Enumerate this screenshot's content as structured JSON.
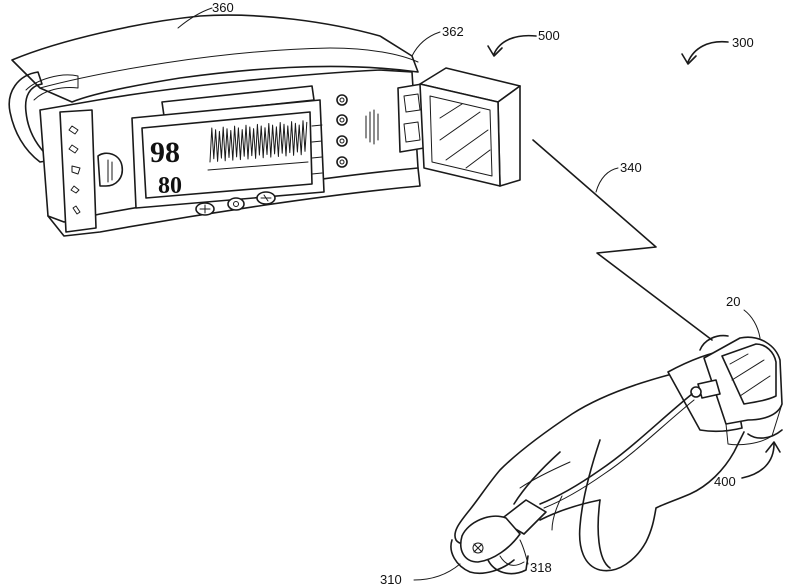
{
  "labels": {
    "ref_360": "360",
    "ref_362": "362",
    "ref_500": "500",
    "ref_300": "300",
    "ref_340": "340",
    "ref_20": "20",
    "ref_400": "400",
    "ref_310": "310",
    "ref_318": "318"
  },
  "display": {
    "spo2_value": "98",
    "pulse_rate_value": "80"
  },
  "colors": {
    "line": "#1a1a1a",
    "background": "#ffffff"
  }
}
